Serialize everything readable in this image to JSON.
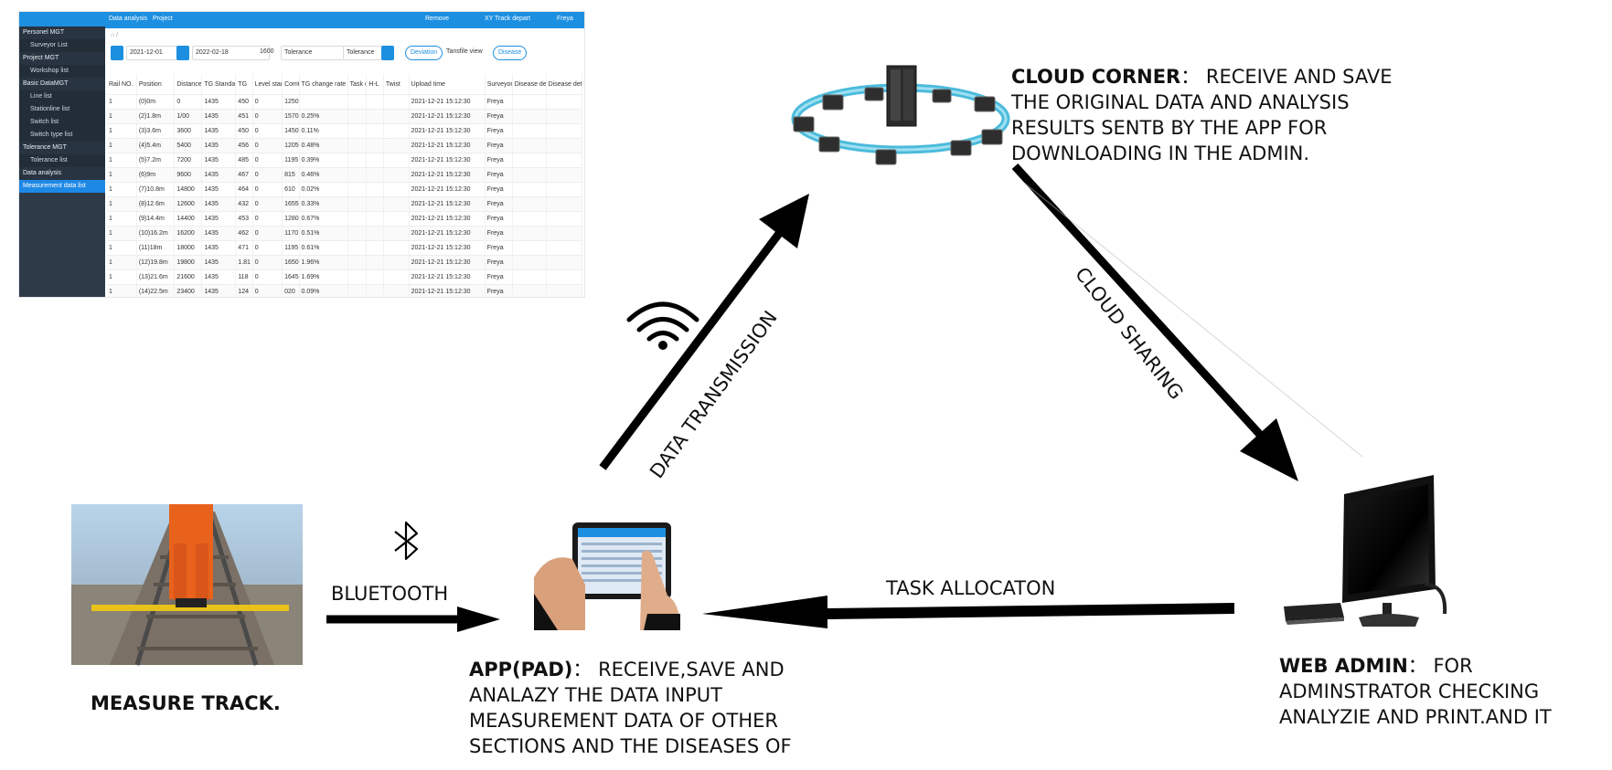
{
  "admin_screenshot": {
    "topbar": {
      "left1": "Data analysis",
      "left2": "Project",
      "right1": "Remove",
      "right2": "XY Track depart",
      "right3": "Freya"
    },
    "sidebar": [
      {
        "label": "Personel MGT",
        "kind": "grp"
      },
      {
        "label": "Surveyor List",
        "kind": "sub"
      },
      {
        "label": "Project MGT",
        "kind": "grp"
      },
      {
        "label": "Workshop list",
        "kind": "sub"
      },
      {
        "label": "Basic DataMGT",
        "kind": "grp"
      },
      {
        "label": "Line list",
        "kind": "sub"
      },
      {
        "label": "Stationline list",
        "kind": "sub"
      },
      {
        "label": "Switch list",
        "kind": "sub"
      },
      {
        "label": "Switch type list",
        "kind": "sub"
      },
      {
        "label": "Tolerance MGT",
        "kind": "grp"
      },
      {
        "label": "Tolerance list",
        "kind": "sub"
      },
      {
        "label": "Data analysis",
        "kind": "grp"
      },
      {
        "label": "Measurement data list",
        "kind": "active"
      }
    ],
    "crumb": "⌂ /",
    "filters": {
      "date1": "2021-12-01",
      "date2": "2022-02-18",
      "sel1": "1600",
      "tolerance": "Tolerance",
      "select": "Tolerance",
      "btn1": "Deviation",
      "check": "Tansfile view",
      "btn2": "Disease"
    },
    "table": {
      "headers": [
        "Rail NO.",
        "Position",
        "Distance",
        "TG Standard",
        "TG",
        "Level standard",
        "Comt",
        "TG change rate",
        "Task direction",
        "H-L",
        "Twist",
        "Upload time",
        "Surveyor",
        "Disease desc",
        "Disease detail"
      ],
      "rows": [
        [
          "1",
          "(0)0m",
          "0",
          "1435",
          "450",
          "0",
          "1250",
          "",
          "",
          "",
          "",
          "2021-12-21 15:12:30",
          "Freya",
          "",
          ""
        ],
        [
          "1",
          "(2)1.8m",
          "1/00",
          "1435",
          "451",
          "0",
          "1570",
          "0.25%",
          "",
          "",
          "",
          "2021-12-21 15:12:30",
          "Freya",
          "",
          ""
        ],
        [
          "1",
          "(3)3.6m",
          "3600",
          "1435",
          "450",
          "0",
          "1450",
          "0.11%",
          "",
          "",
          "",
          "2021-12-21 15:12:30",
          "Freya",
          "",
          ""
        ],
        [
          "1",
          "(4)5.4m",
          "5400",
          "1435",
          "456",
          "0",
          "1205",
          "0.48%",
          "",
          "",
          "",
          "2021-12-21 15:12:30",
          "Freya",
          "",
          ""
        ],
        [
          "1",
          "(5)7.2m",
          "7200",
          "1435",
          "485",
          "0",
          "1195",
          "0.39%",
          "",
          "",
          "",
          "2021-12-21 15:12:30",
          "Freya",
          "",
          ""
        ],
        [
          "1",
          "(6)9m",
          "9600",
          "1435",
          "467",
          "0",
          "815",
          "0.46%",
          "",
          "",
          "",
          "2021-12-21 15:12:30",
          "Freya",
          "",
          ""
        ],
        [
          "1",
          "(7)10.8m",
          "14800",
          "1435",
          "464",
          "0",
          "610",
          "0.02%",
          "",
          "",
          "",
          "2021-12-21 15:12:30",
          "Freya",
          "",
          ""
        ],
        [
          "1",
          "(8)12.6m",
          "12600",
          "1435",
          "432",
          "0",
          "1655",
          "0.33%",
          "",
          "",
          "",
          "2021-12-21 15:12:30",
          "Freya",
          "",
          ""
        ],
        [
          "1",
          "(9)14.4m",
          "14400",
          "1435",
          "453",
          "0",
          "1280",
          "0.67%",
          "",
          "",
          "",
          "2021-12-21 15:12:30",
          "Freya",
          "",
          ""
        ],
        [
          "1",
          "(10)16.2m",
          "16200",
          "1435",
          "462",
          "0",
          "1170",
          "0.51%",
          "",
          "",
          "",
          "2021-12-21 15:12:30",
          "Freya",
          "",
          ""
        ],
        [
          "1",
          "(11)18m",
          "18000",
          "1435",
          "471",
          "0",
          "1195",
          "0.61%",
          "",
          "",
          "",
          "2021-12-21 15:12:30",
          "Freya",
          "",
          ""
        ],
        [
          "1",
          "(12)19.8m",
          "19800",
          "1435",
          "1.81",
          "0",
          "1650",
          "1.96%",
          "",
          "",
          "",
          "2021-12-21 15:12:30",
          "Freya",
          "",
          ""
        ],
        [
          "1",
          "(13)21.6m",
          "21600",
          "1435",
          "118",
          "0",
          "1645",
          "1.69%",
          "",
          "",
          "",
          "2021-12-21 15:12:30",
          "Freya",
          "",
          ""
        ],
        [
          "1",
          "(14)22.5m",
          "23400",
          "1435",
          "124",
          "0",
          "020",
          "0.09%",
          "",
          "",
          "",
          "2021-12-21 15:12:30",
          "Freya",
          "",
          ""
        ]
      ]
    }
  },
  "cloud": {
    "title": "CLOUD CORNER",
    "text": "： RECEIVE AND SAVE\nTHE ORIGINAL DATA AND ANALYSIS\nRESULTS SENTB BY THE APP FOR\nDOWNLOADING IN THE ADMIN."
  },
  "app": {
    "title": "APP(PAD)",
    "text": "： RECEIVE,SAVE AND\nANALAZY THE DATA INPUT\nMEASUREMENT DATA OF OTHER\nSECTIONS AND THE DISEASES OF"
  },
  "web": {
    "title": "WEB ADMIN",
    "text": "： FOR\nADMINSTRATOR CHECKING\nANALYZIE AND PRINT.AND IT"
  },
  "labels": {
    "measure": "MEASURE TRACK.",
    "bluetooth": "BLUETOOTH",
    "data_transmission": "DATA TRANSMISSION",
    "cloud_sharing": "CLOUD SHARING",
    "task_allocation": "TASK ALLOCATON"
  },
  "icons": [
    "bluetooth-icon",
    "wifi-icon",
    "cloud-network-icon",
    "tablet-icon",
    "desktop-computer-icon",
    "track-worker-photo"
  ],
  "colors": {
    "accent": "#1d8fe0",
    "sidebar": "#2e3a48",
    "arrow": "#000000",
    "ring": "#39b4d8"
  }
}
